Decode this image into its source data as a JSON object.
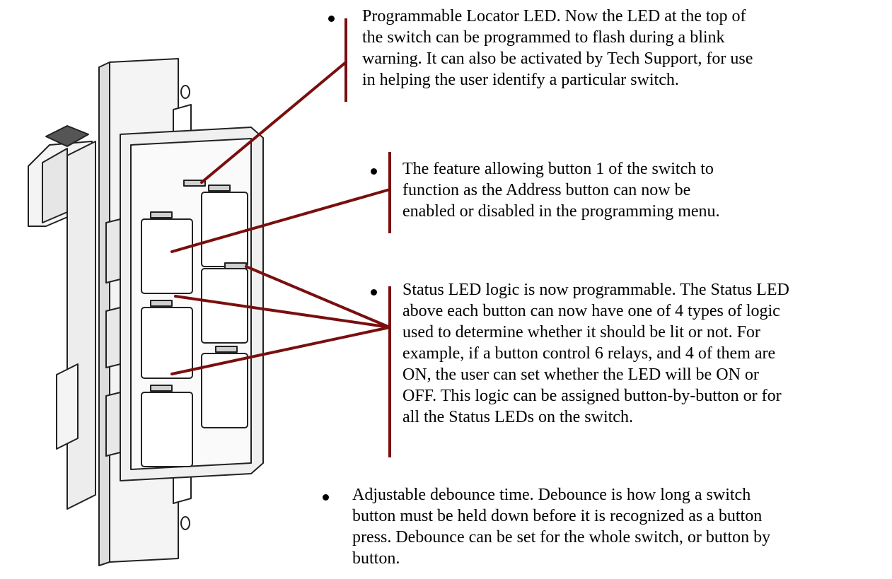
{
  "notes": [
    {
      "lines": [
        "Programmable Locator LED.  Now the LED at the top of",
        "the switch can be programmed to flash during a blink",
        "warning. It can also be activated by Tech Support, for use",
        "in helping the user identify a particular switch."
      ]
    },
    {
      "lines": [
        "The feature allowing button 1 of the switch to",
        "function as the Address button can now be",
        "enabled or disabled in the programming menu."
      ]
    },
    {
      "lines": [
        "Status LED logic is now programmable.  The Status LED",
        "above each button can now have one of 4 types of logic",
        "used to determine whether it should be lit or not.  For",
        "example, if a button control 6 relays, and 4 of them are",
        "ON, the user can set whether the LED will be ON or",
        "OFF. This logic can be assigned button-by-button or for",
        "all the Status LEDs on the switch."
      ]
    },
    {
      "lines": [
        "Adjustable debounce time. Debounce is how long a switch",
        "button must be held down before it is recognized as a button",
        "press. Debounce can be set for the whole switch, or button by",
        "button."
      ]
    }
  ],
  "colors": {
    "callout": "#7a0e0e",
    "device_outline": "#222222",
    "device_fill": "#f4f4f4"
  }
}
